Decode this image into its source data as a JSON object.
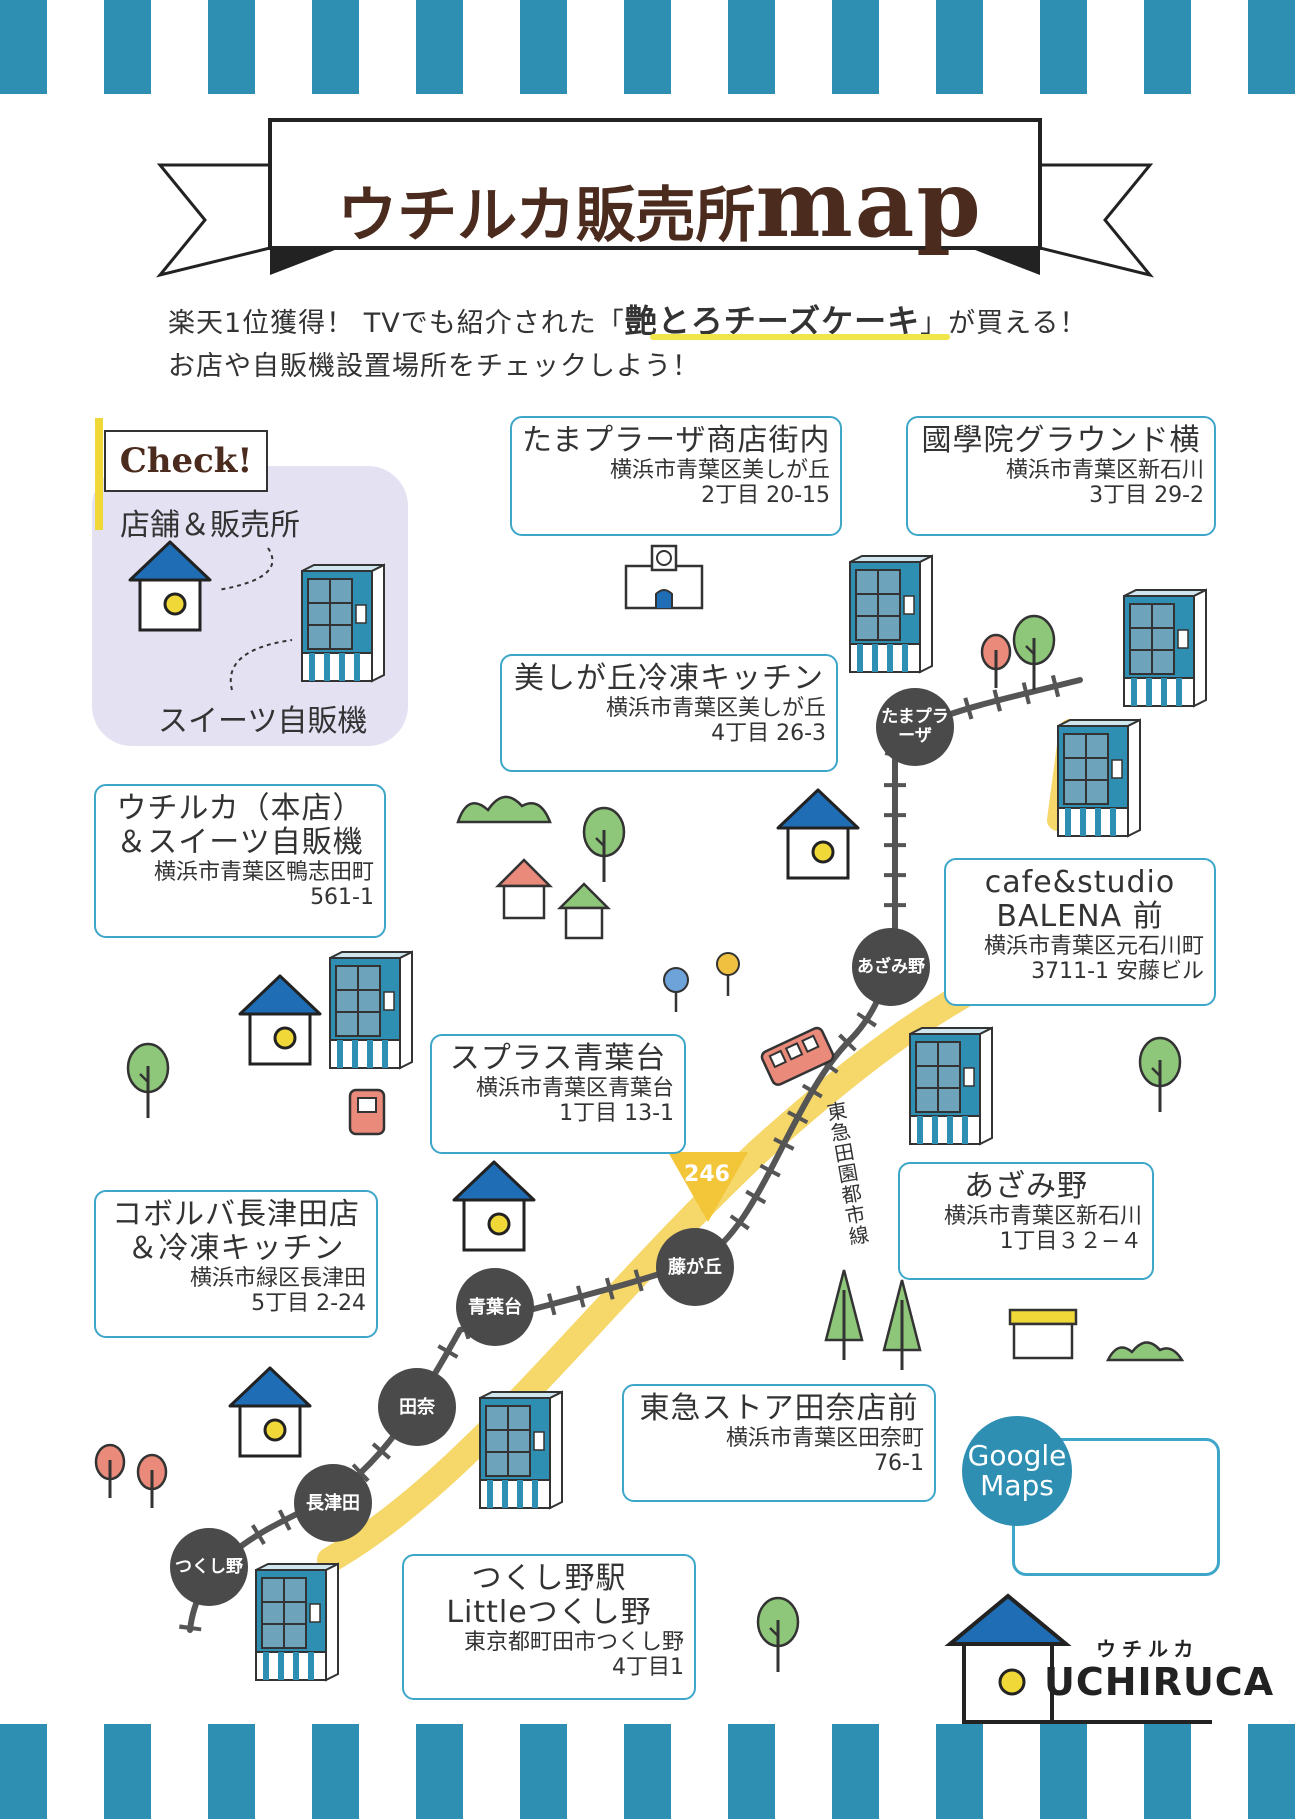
{
  "title": {
    "kana": "ウチルカ販売所",
    "latin": "map"
  },
  "intro": {
    "line1_prefix": "楽天1位獲得！ TVでも紹介された「",
    "line1_highlight": "艶とろチーズケーキ",
    "line1_suffix": "」が買える！",
    "line2": "お店や自販機設置場所をチェックしよう！"
  },
  "legend": {
    "check": "Check!",
    "store": "店舗＆販売所",
    "vending": "スイーツ自販機"
  },
  "locations": [
    {
      "name": "たまプラーザ商店街内",
      "address": "横浜市青葉区美しが丘",
      "address2": "2丁目 20-15"
    },
    {
      "name": "國學院グラウンド横",
      "address": "横浜市青葉区新石川",
      "address2": "3丁目 29-2"
    },
    {
      "name": "美しが丘冷凍キッチン",
      "address": "横浜市青葉区美しが丘",
      "address2": "4丁目 26-3"
    },
    {
      "name": "ウチルカ（本店）",
      "name2": "＆スイーツ自販機",
      "address": "横浜市青葉区鴨志田町",
      "address2": "561-1"
    },
    {
      "name": "cafe&studio",
      "name2": "BALENA 前",
      "address": "横浜市青葉区元石川町",
      "address2": "3711-1 安藤ビル"
    },
    {
      "name": "スプラス青葉台",
      "address": "横浜市青葉区青葉台",
      "address2": "1丁目 13-1"
    },
    {
      "name": "あざみ野",
      "address": "横浜市青葉区新石川",
      "address2": "1丁目３２−４"
    },
    {
      "name": "コボルバ長津田店",
      "name2": "＆冷凍キッチン",
      "address": "横浜市緑区長津田",
      "address2": "5丁目 2-24"
    },
    {
      "name": "東急ストア田奈店前",
      "address": "横浜市青葉区田奈町",
      "address2": "76-1"
    },
    {
      "name": "つくし野駅",
      "name2": "Littleつくし野",
      "address": "東京都町田市つくし野",
      "address2": "4丁目1"
    }
  ],
  "stations": {
    "tamaplaza": "たまプラーザ",
    "azamino": "あざみ野",
    "fujigaoka": "藤が丘",
    "aobadai": "青葉台",
    "tana": "田奈",
    "nagatsuta": "長津田",
    "tsukushino": "つくし野"
  },
  "rail_line": "東急田園都市線",
  "route": "246",
  "google_maps": "Google Maps",
  "logo": {
    "kana": "ウチルカ",
    "latin": "UCHIRUCA"
  },
  "colors": {
    "stripe": "#2e8fb3",
    "bubble_border": "#3ea6c8",
    "road": "#f6d76a",
    "house_roof": "#1f6eb5",
    "title": "#4a2b1e"
  }
}
